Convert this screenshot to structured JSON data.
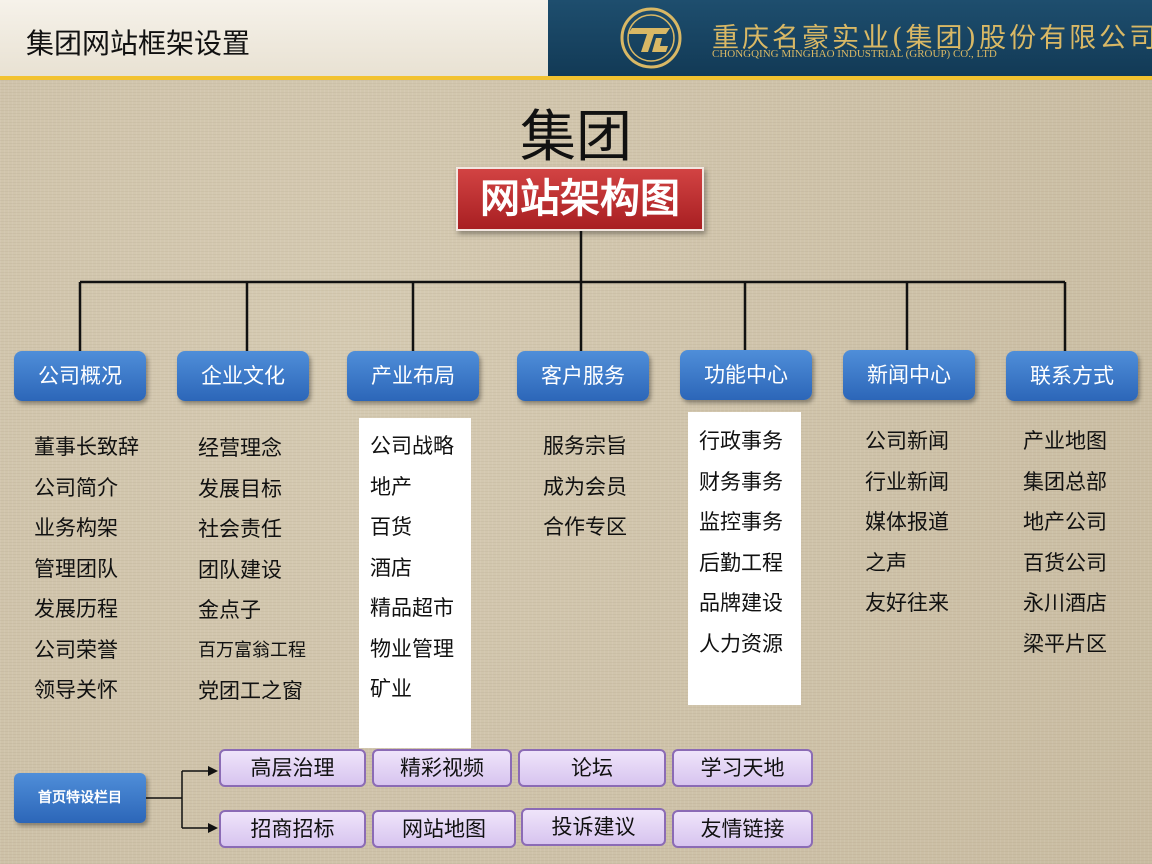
{
  "header": {
    "page_title": "集团网站框架设置",
    "company_cn": "重庆名豪实业(集团)股份有限公司",
    "company_en": "CHONGQING MINGHAO INDUSTRIAL (GROUP) CO., LTD"
  },
  "main_title": "集团",
  "root_box": "网站架构图",
  "categories": [
    {
      "label": "公司概况",
      "items": [
        "董事长致辞",
        "公司简介",
        "业务构架",
        "管理团队",
        "发展历程",
        "公司荣誉",
        "领导关怀"
      ]
    },
    {
      "label": "企业文化",
      "items": [
        "经营理念",
        "发展目标",
        "社会责任",
        "团队建设",
        "金点子",
        "百万富翁工程",
        "党团工之窗"
      ]
    },
    {
      "label": "产业布局",
      "items": [
        "公司战略",
        "地产",
        "百货",
        "酒店",
        "精品超市",
        "物业管理",
        "矿业"
      ]
    },
    {
      "label": "客户服务",
      "items": [
        "服务宗旨",
        "成为会员",
        "合作专区"
      ]
    },
    {
      "label": "功能中心",
      "items": [
        "行政事务",
        "财务事务",
        "监控事务",
        "后勤工程",
        "品牌建设",
        "人力资源"
      ]
    },
    {
      "label": "新闻中心",
      "items": [
        "公司新闻",
        "行业新闻",
        "媒体报道",
        "之声",
        "友好往来"
      ]
    },
    {
      "label": "联系方式",
      "items": [
        "产业地图",
        "集团总部",
        "地产公司",
        "百货公司",
        "永川酒店",
        "梁平片区"
      ]
    }
  ],
  "home_features": {
    "label": "首页特设栏目",
    "row1": [
      "高层治理",
      "精彩视频",
      "论坛",
      "学习天地"
    ],
    "row2": [
      "招商招标",
      "网站地图",
      "投诉建议",
      "友情链接"
    ]
  },
  "colors": {
    "category_blue": "#3a78c8",
    "root_red": "#b82a2c",
    "accent_gold": "#f2c230",
    "header_navy": "#163f5c"
  }
}
